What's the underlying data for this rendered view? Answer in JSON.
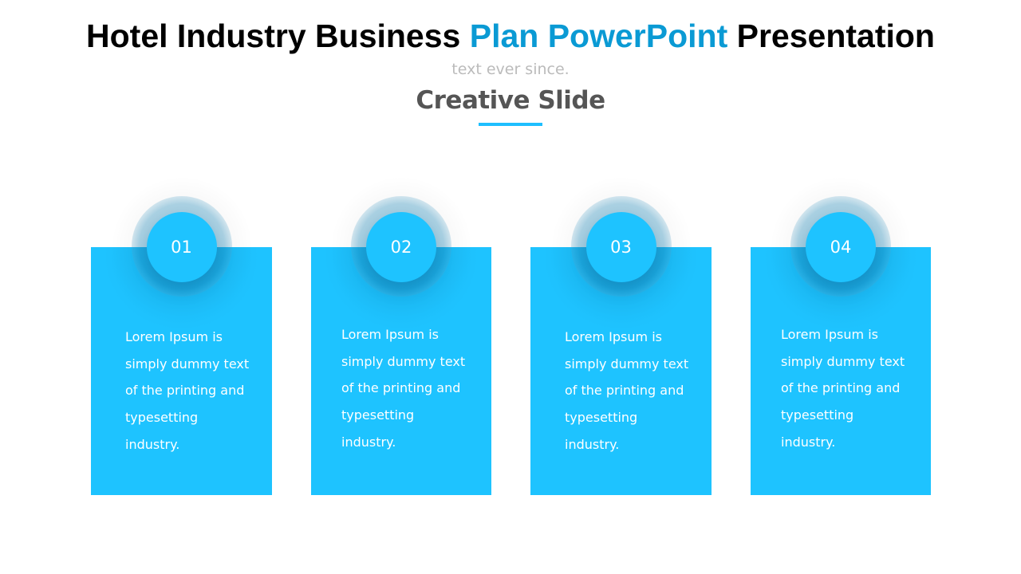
{
  "title": {
    "part1": "Hotel Industry Business ",
    "highlight": "Plan PowerPoint",
    "part2": " Presentation"
  },
  "subtitle": "text ever since.",
  "heading": "Creative Slide",
  "cards": [
    {
      "number": "01",
      "text": "Lorem Ipsum is simply dummy text of the printing and typesetting industry."
    },
    {
      "number": "02",
      "text": "Lorem Ipsum is simply dummy text of the printing and typesetting industry."
    },
    {
      "number": "03",
      "text": "Lorem Ipsum is simply dummy text of the printing and typesetting industry."
    },
    {
      "number": "04",
      "text": "Lorem Ipsum is simply dummy text of the printing and typesetting industry."
    }
  ],
  "colors": {
    "accent": "#1ec3ff",
    "title_highlight": "#0a9ad4"
  }
}
